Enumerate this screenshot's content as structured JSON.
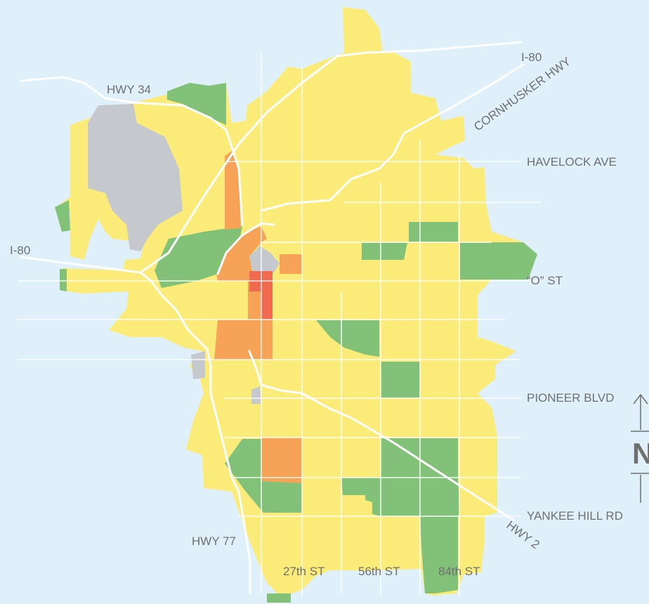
{
  "map": {
    "colors": {
      "background": "#dff0fb",
      "city_area": "#fbec79",
      "green_zone": "#82c278",
      "orange_zone": "#f6a257",
      "red_zone": "#ef6a4f",
      "gray_zone": "#c5c8cc",
      "roads": "#ffffff",
      "label_text": "#6f6f6f"
    },
    "labels": {
      "i80_west": "I-80",
      "i80_east": "I-80",
      "hwy34": "HWY 34",
      "cornhusker": "CORNHUSKER HWY",
      "havelock": "HAVELOCK AVE",
      "o_st": "“O” ST",
      "pioneer": "PIONEER BLVD",
      "yankee": "YANKEE HILL RD",
      "hwy2": "HWY 2",
      "hwy77": "HWY 77",
      "st27": "27th ST",
      "st56": "56th ST",
      "st84": "84th ST"
    },
    "north_arrow": {
      "letter": "N",
      "icon": "north-arrow-icon"
    }
  }
}
